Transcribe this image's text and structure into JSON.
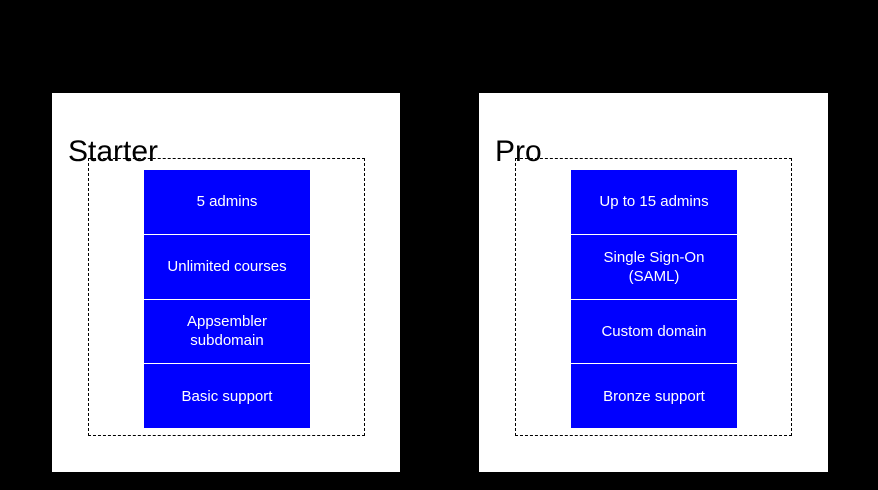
{
  "colors": {
    "background": "#000000",
    "panel": "#ffffff",
    "accent": "#0000ff",
    "accent_text": "#ffffff",
    "title_text": "#000000",
    "frame_border": "#000000"
  },
  "plans": [
    {
      "title": "Starter",
      "features": [
        "5 admins",
        "Unlimited courses",
        "Appsembler\nsubdomain",
        "Basic support"
      ]
    },
    {
      "title": "Pro",
      "features": [
        "Up to 15 admins",
        "Single Sign-On\n(SAML)",
        "Custom domain",
        "Bronze support"
      ]
    }
  ]
}
